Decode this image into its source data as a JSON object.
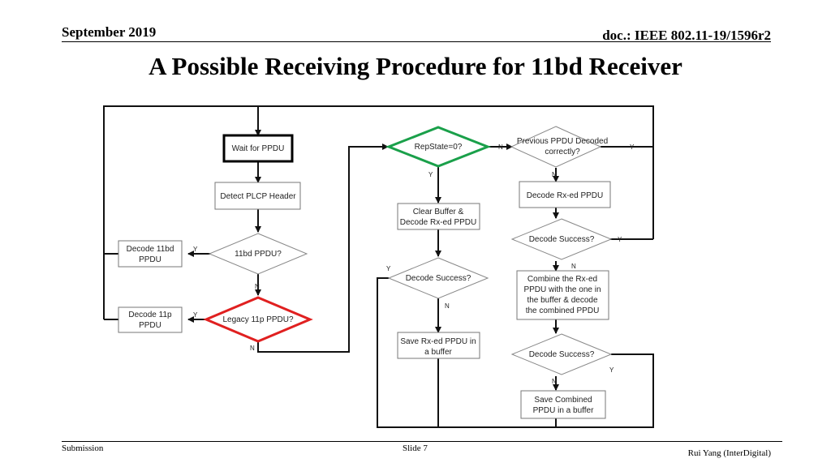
{
  "header": {
    "date": "September 2019",
    "doc_id": "doc.: IEEE 802.11-19/1596r2"
  },
  "title": "A Possible Receiving Procedure for 11bd Receiver",
  "flowchart": {
    "boxes": {
      "wait": "Wait for PPDU",
      "detect": "Detect PLCP Header",
      "decode_11bd": [
        "Decode 11bd",
        "PPDU"
      ],
      "decode_11p": [
        "Decode 11p",
        "PPDU"
      ],
      "clear_buffer": [
        "Clear Buffer &",
        "Decode Rx-ed PPDU"
      ],
      "save_rx": [
        "Save Rx-ed PPDU in",
        "a buffer"
      ],
      "decode_rx": "Decode Rx-ed PPDU",
      "combine": [
        "Combine the Rx-ed",
        "PPDU with the one in",
        "the buffer &  decode",
        "the combined PPDU"
      ],
      "save_combined": [
        "Save Combined",
        "PPDU in a buffer"
      ]
    },
    "decisions": {
      "is_11bd": "11bd PPDU?",
      "legacy": "Legacy 11p PPDU?",
      "repstate": "RepState=0?",
      "prev_decoded": [
        "Previous PPDU Decoded",
        "correctly?"
      ],
      "success_1": "Decode Success?",
      "success_2": "Decode Success?",
      "success_3": "Decode Success?"
    },
    "edge_labels": {
      "yes": "Y",
      "no": "N"
    },
    "colors": {
      "wait_border": "#000000",
      "legacy_border": "#e02020",
      "repstate_border": "#1aa04a"
    }
  },
  "footer": {
    "left": "Submission",
    "center": "Slide 7",
    "right": "Rui Yang (InterDigital)"
  }
}
